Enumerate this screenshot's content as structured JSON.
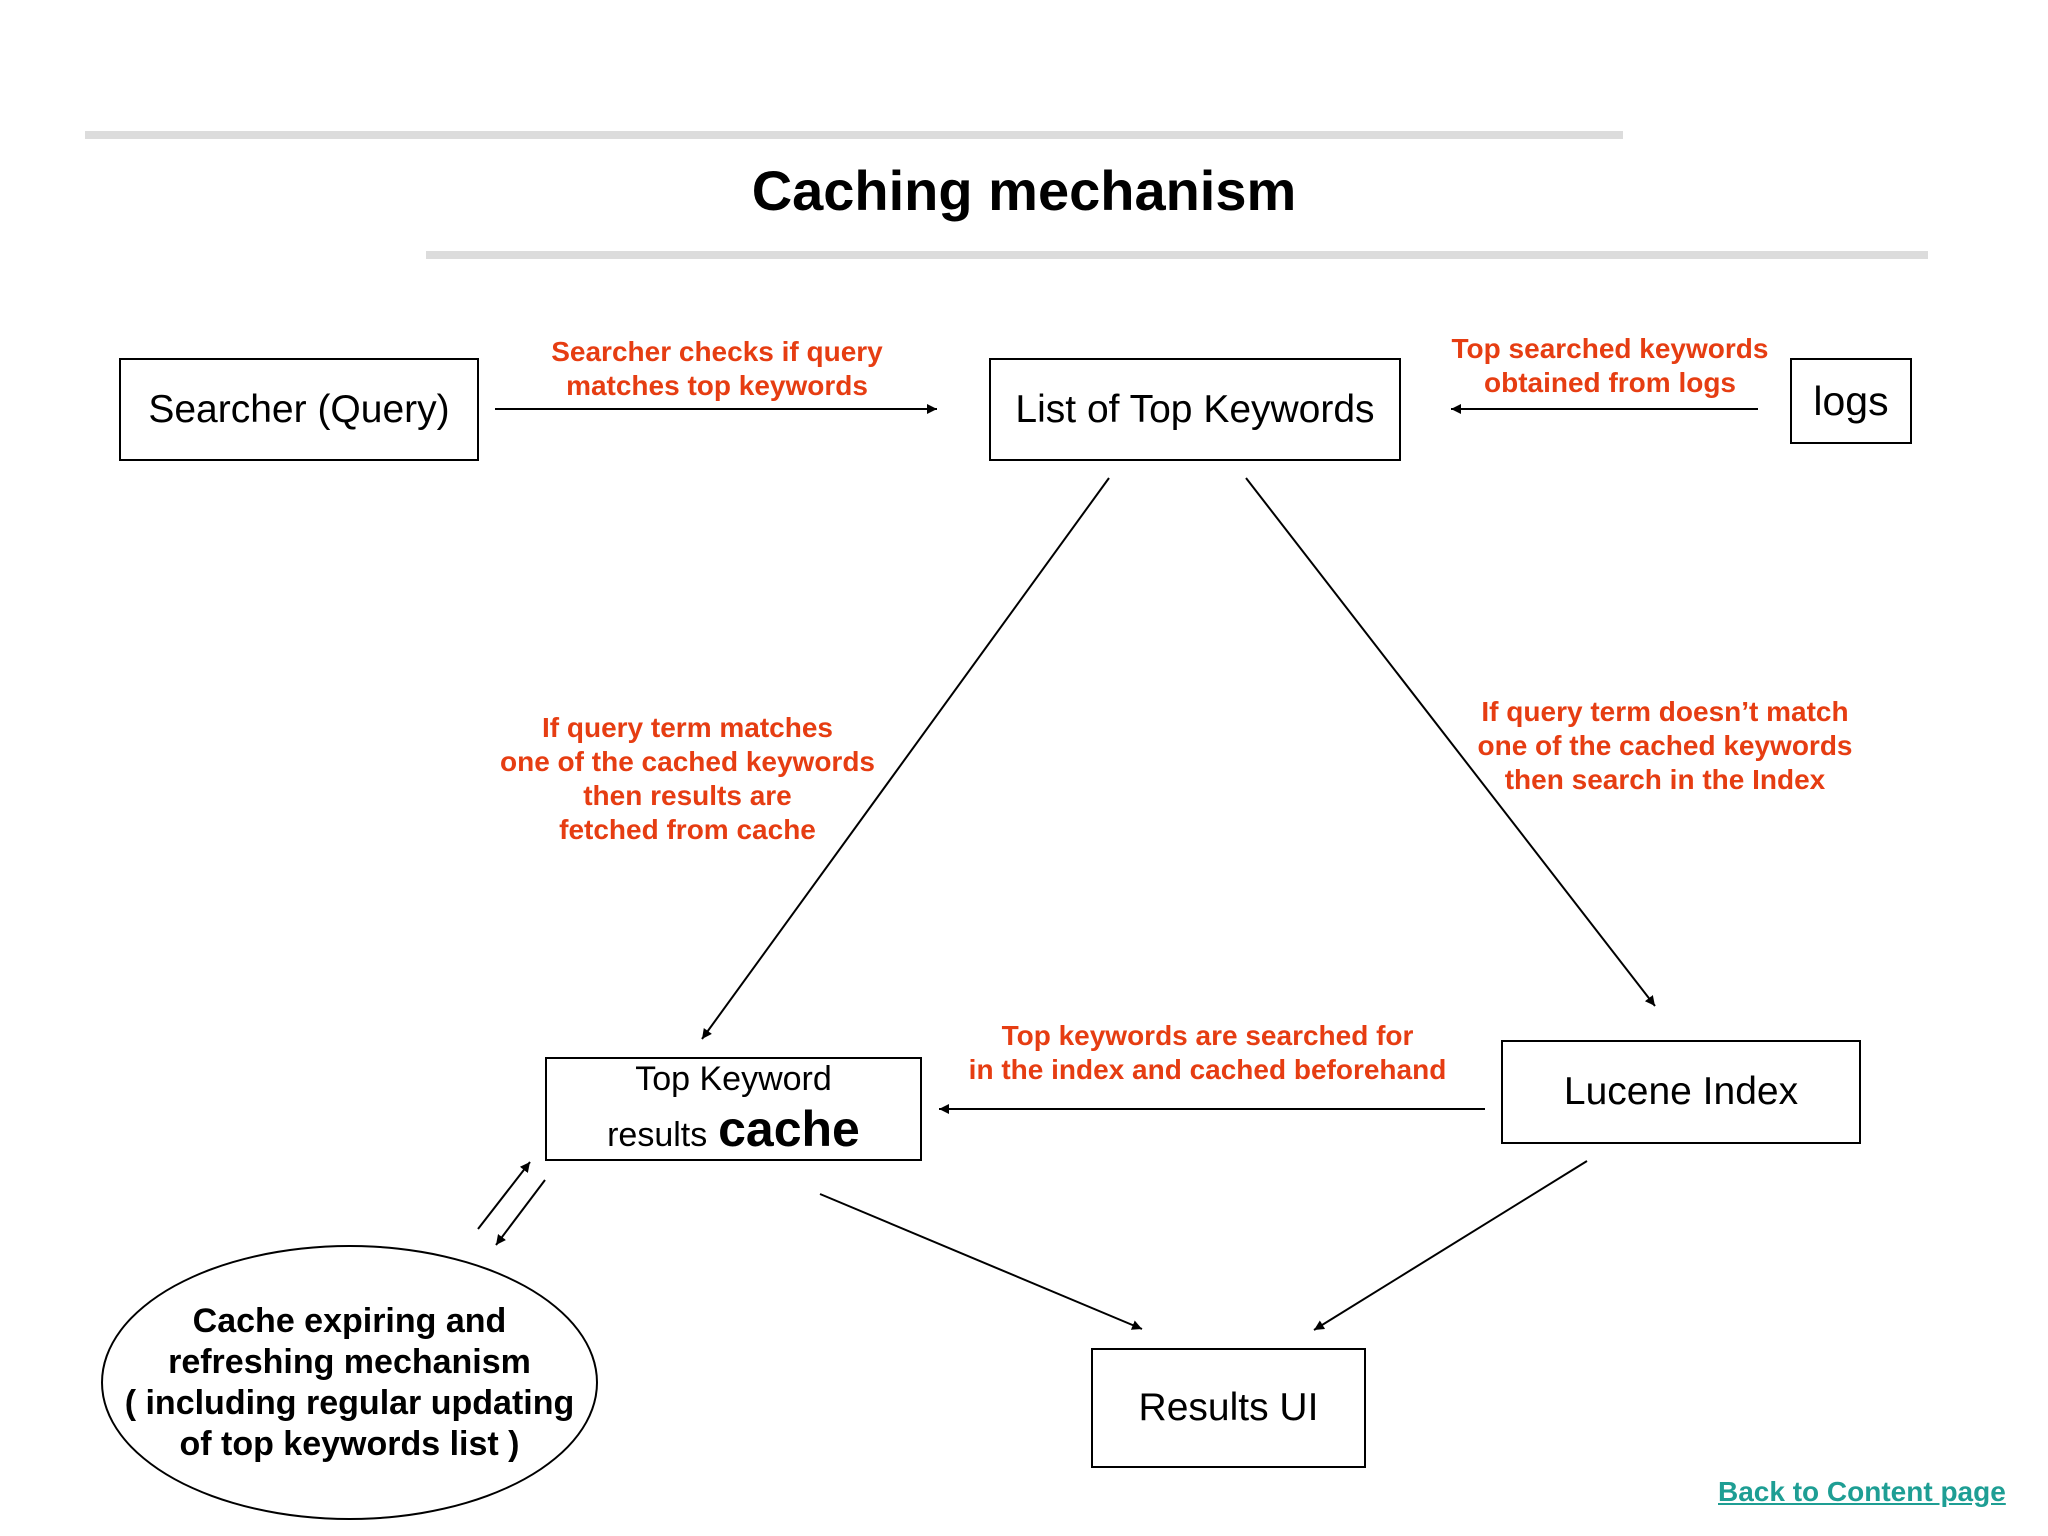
{
  "title": "Caching mechanism",
  "nodes": {
    "searcher": "Searcher (Query)",
    "top_keywords_list": "List of Top Keywords",
    "logs": "logs",
    "cache": {
      "line1": "Top Keyword",
      "line2": "results",
      "emphasis": "cache"
    },
    "lucene_index": "Lucene Index",
    "results_ui": "Results UI",
    "expiry": {
      "line1": "Cache expiring and",
      "line2": "refreshing mechanism",
      "line3": "( including regular updating",
      "line4": "of top keywords list )"
    }
  },
  "annotations": {
    "searcher_to_list": [
      "Searcher checks if query",
      "matches top keywords"
    ],
    "logs_to_list": [
      "Top searched keywords",
      "obtained from logs"
    ],
    "list_to_cache": [
      "If query term matches",
      "one of the cached keywords",
      "then results are",
      "fetched from cache"
    ],
    "list_to_index": [
      "If query term doesn’t match",
      "one of the cached keywords",
      "then search in the Index"
    ],
    "index_to_cache": [
      "Top keywords are searched for",
      "in the index and cached beforehand"
    ]
  },
  "back_link": "Back to Content page",
  "colors": {
    "annotation": "#e63d12",
    "link": "#1e9e94",
    "rule": "#dcdcdc"
  }
}
